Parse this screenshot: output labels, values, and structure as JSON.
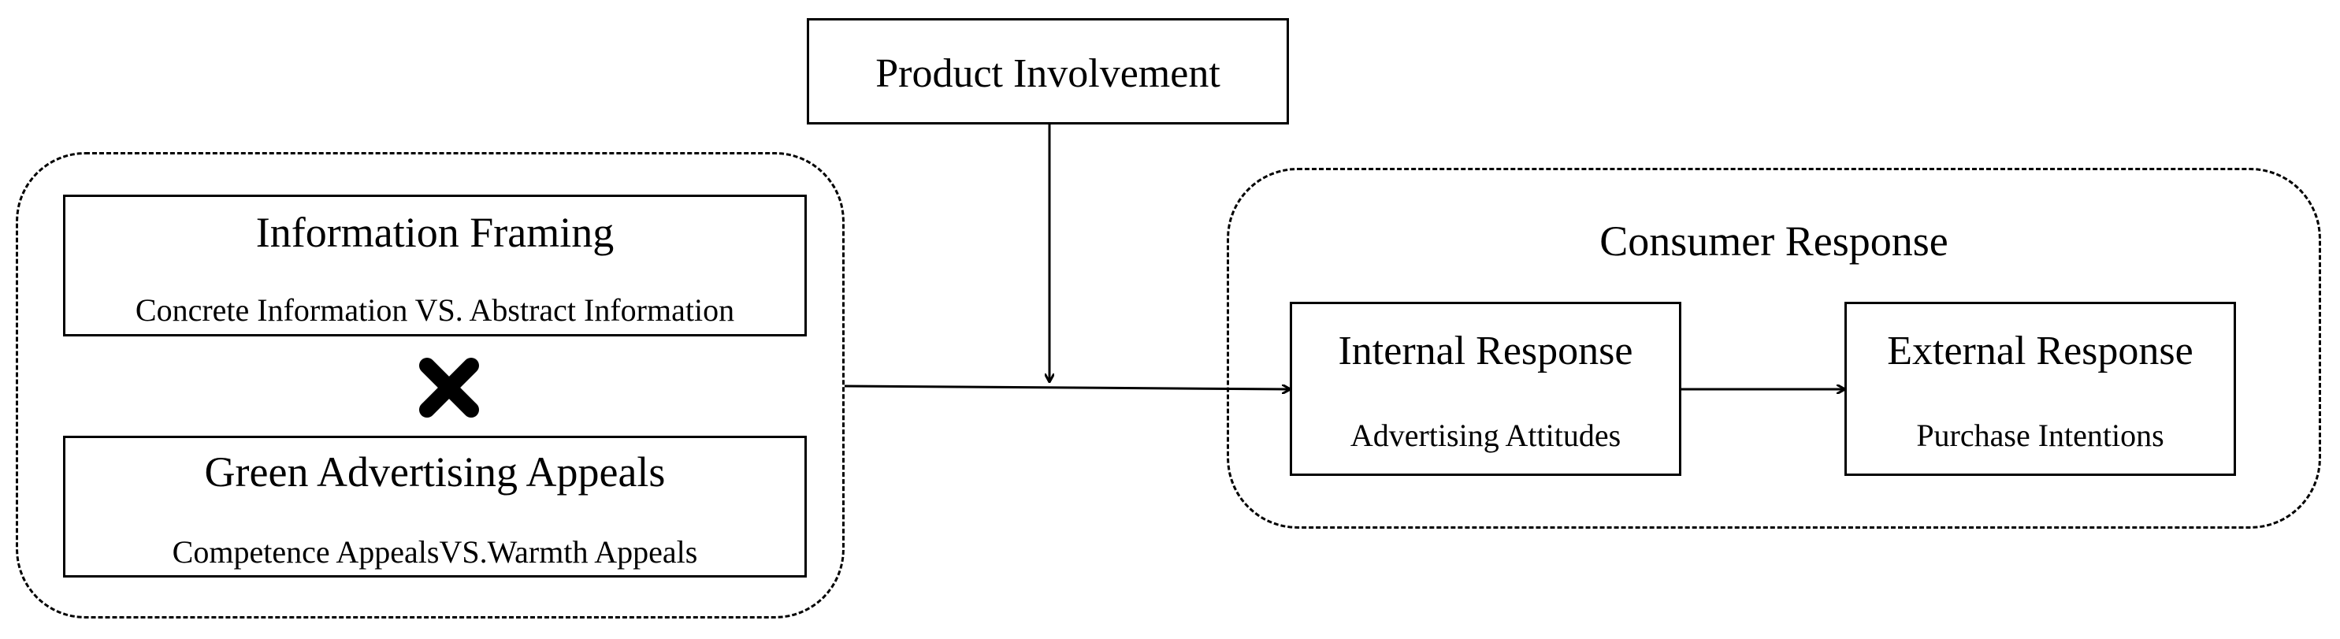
{
  "diagram": {
    "product_involvement": {
      "label": "Product Involvement"
    },
    "left_group": {
      "information_framing": {
        "title": "Information Framing",
        "subtitle": "Concrete Information VS. Abstract  Information"
      },
      "interaction_icon": "cross-multiply-icon",
      "green_advertising_appeals": {
        "title": "Green Advertising Appeals",
        "subtitle": "Competence AppealsVS.Warmth Appeals"
      }
    },
    "consumer_response": {
      "title": "Consumer Response",
      "internal_response": {
        "title": "Internal Response",
        "subtitle": "Advertising Attitudes"
      },
      "external_response": {
        "title": "External Response",
        "subtitle": "Purchase Intentions"
      }
    }
  },
  "colors": {
    "line": "#000000",
    "background": "#ffffff"
  }
}
